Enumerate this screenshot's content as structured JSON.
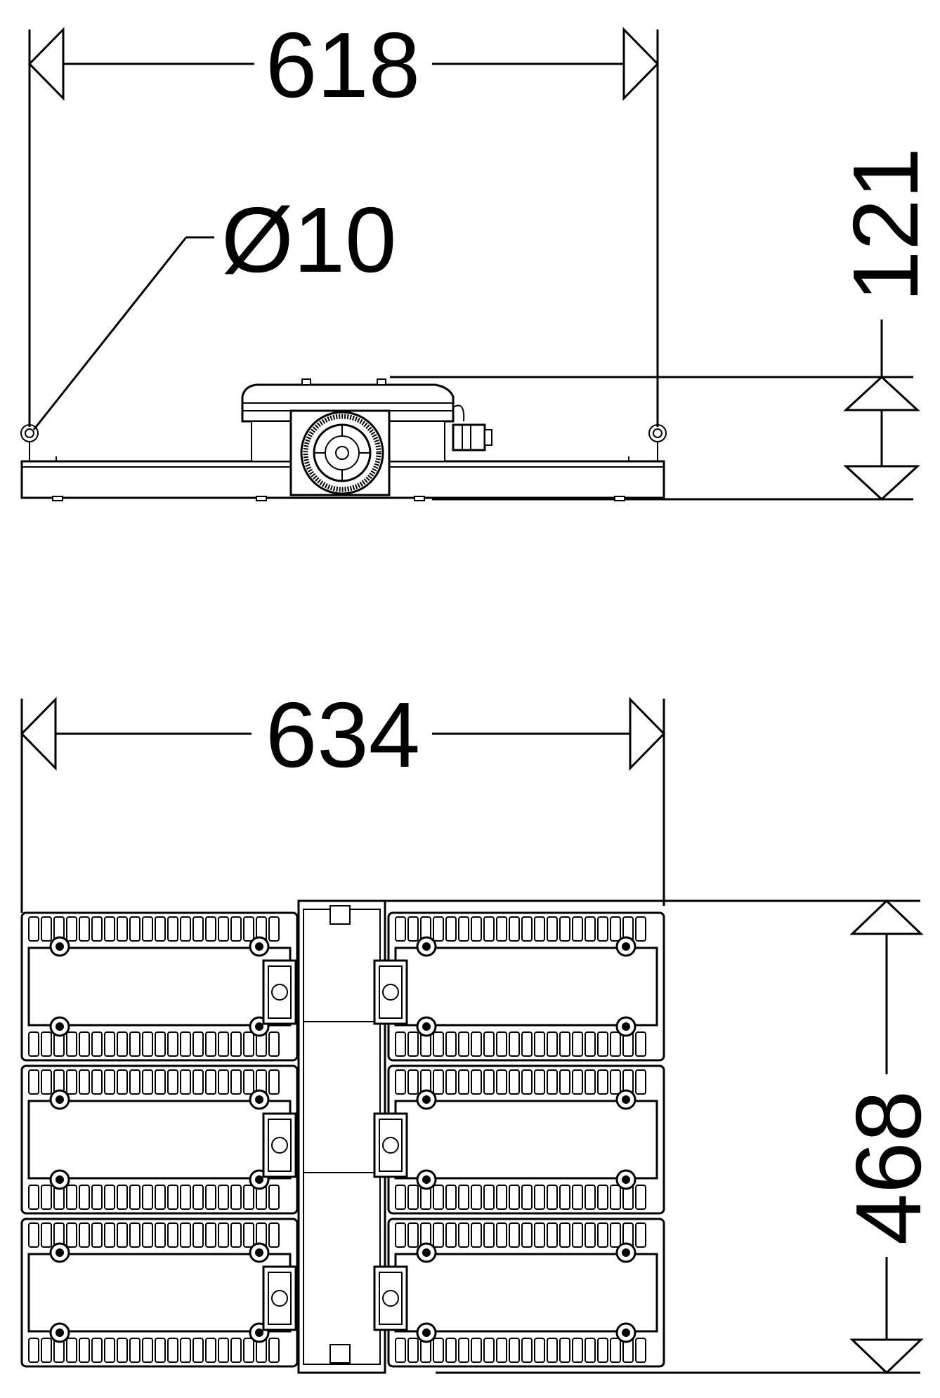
{
  "dimensions": {
    "side_width": "618",
    "diameter": "Ø10",
    "side_height": "121",
    "top_width": "634",
    "top_depth": "468"
  },
  "colors": {
    "line": "#000000",
    "background": "#ffffff"
  }
}
